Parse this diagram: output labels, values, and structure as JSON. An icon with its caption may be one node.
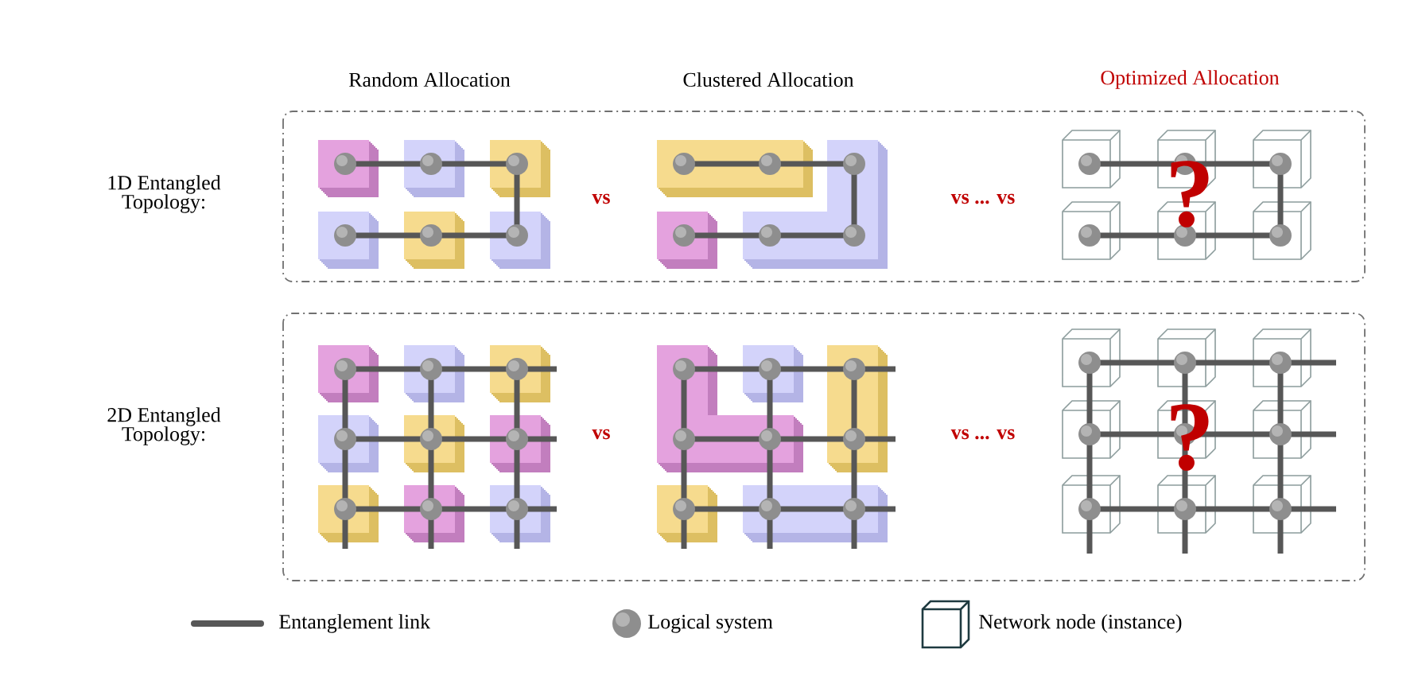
{
  "diagram": {
    "labels": [
      "Random Allocation",
      "Clustered Allocation",
      "Optimized Allocation",
      "1D Entangled Topology:",
      "vs",
      "vs ... vs",
      "?",
      "2D Entangled Topology:",
      "vs",
      "vs ... vs",
      "?"
    ],
    "legend": [
      {
        "text": "Entanglement link"
      },
      {
        "text": "Logical system"
      },
      {
        "text": "Network node (instance)"
      }
    ]
  }
}
